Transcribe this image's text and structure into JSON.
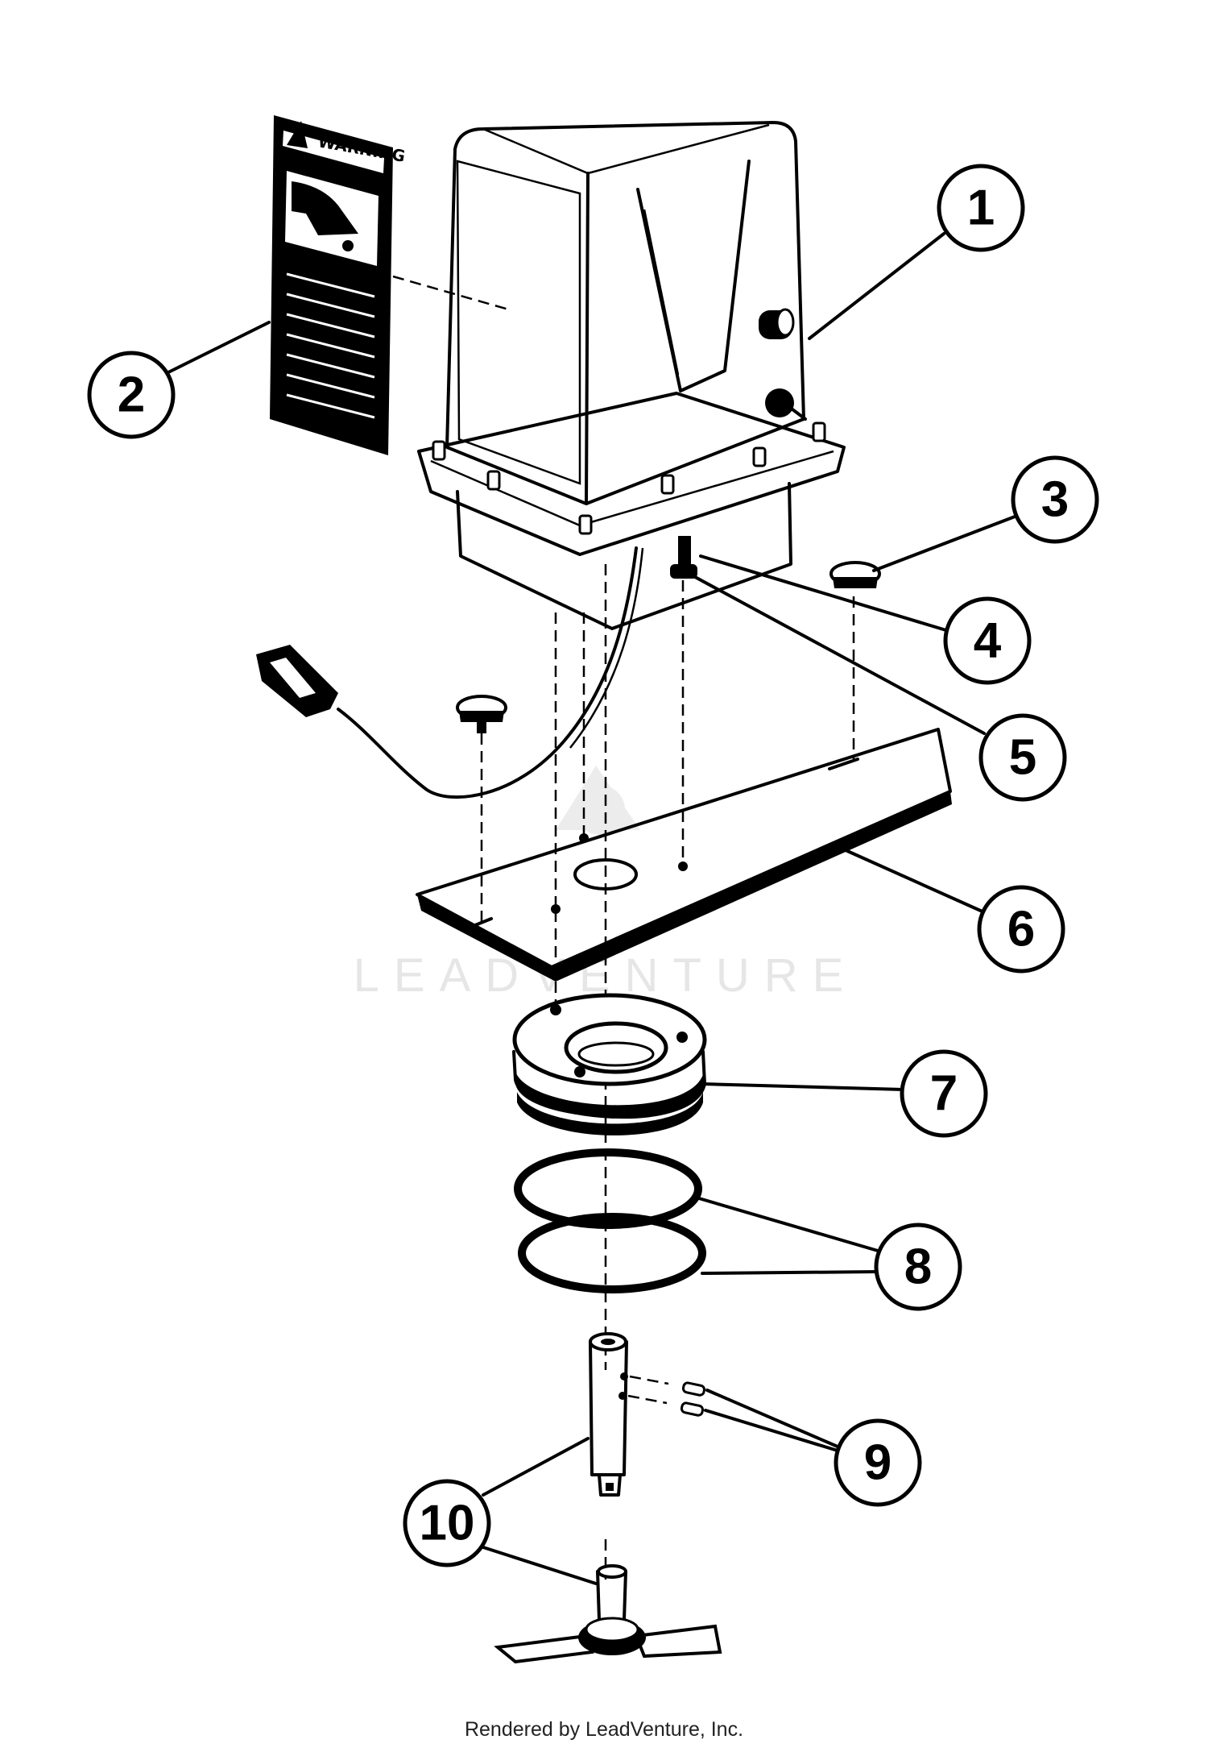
{
  "diagram": {
    "callouts": [
      {
        "id": "1",
        "label": "1"
      },
      {
        "id": "2",
        "label": "2"
      },
      {
        "id": "3",
        "label": "3"
      },
      {
        "id": "4",
        "label": "4"
      },
      {
        "id": "5",
        "label": "5"
      },
      {
        "id": "6",
        "label": "6"
      },
      {
        "id": "7",
        "label": "7"
      },
      {
        "id": "8",
        "label": "8"
      },
      {
        "id": "9",
        "label": "9"
      },
      {
        "id": "10",
        "label": "10"
      }
    ],
    "warning_label_title": "WARNING",
    "watermark": "LEADVENTURE",
    "footer": "Rendered by LeadVenture, Inc."
  },
  "colors": {
    "ink": "#000000",
    "paper": "#ffffff",
    "watermark": "#e6e6e6"
  }
}
